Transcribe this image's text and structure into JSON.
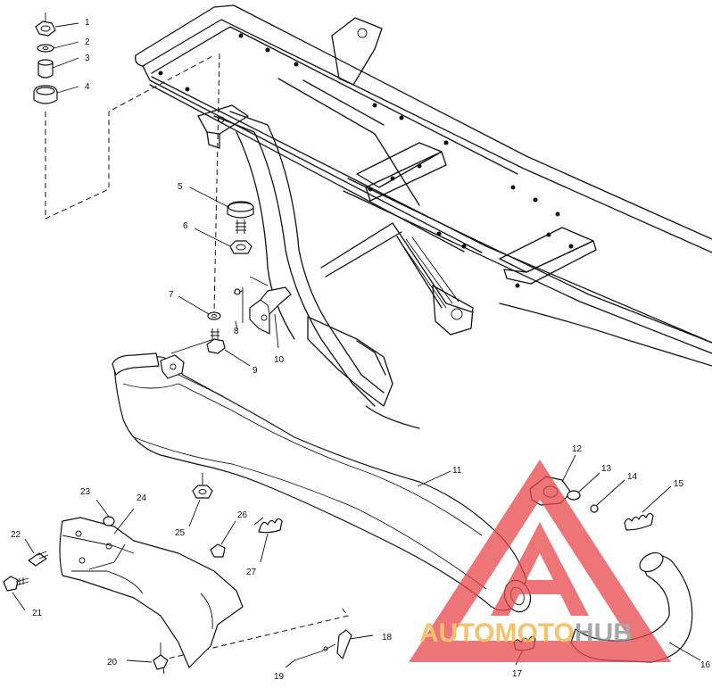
{
  "callouts": [
    {
      "n": "1",
      "label": "1"
    },
    {
      "n": "2",
      "label": "2"
    },
    {
      "n": "3",
      "label": "3"
    },
    {
      "n": "4",
      "label": "4"
    },
    {
      "n": "5",
      "label": "5"
    },
    {
      "n": "6",
      "label": "6"
    },
    {
      "n": "7",
      "label": "7"
    },
    {
      "n": "8",
      "label": "8"
    },
    {
      "n": "9",
      "label": "9"
    },
    {
      "n": "10",
      "label": "10"
    },
    {
      "n": "11",
      "label": "11"
    },
    {
      "n": "12",
      "label": "12"
    },
    {
      "n": "13",
      "label": "13"
    },
    {
      "n": "14",
      "label": "14"
    },
    {
      "n": "15",
      "label": "15"
    },
    {
      "n": "16",
      "label": "16"
    },
    {
      "n": "17",
      "label": "17"
    },
    {
      "n": "18",
      "label": "18"
    },
    {
      "n": "19",
      "label": "19"
    },
    {
      "n": "20",
      "label": "20"
    },
    {
      "n": "21",
      "label": "21"
    },
    {
      "n": "22",
      "label": "22"
    },
    {
      "n": "23",
      "label": "23"
    },
    {
      "n": "24",
      "label": "24"
    },
    {
      "n": "25",
      "label": "25"
    },
    {
      "n": "26",
      "label": "26"
    },
    {
      "n": "27",
      "label": "27"
    }
  ],
  "watermark": {
    "part1": "AUTOMOTO",
    "part2": "HUB"
  },
  "colors": {
    "line": "#111111",
    "watermark_red": "#e8474b",
    "watermark_orange": "#f3b03c",
    "watermark_gray": "#8c8c8c"
  }
}
